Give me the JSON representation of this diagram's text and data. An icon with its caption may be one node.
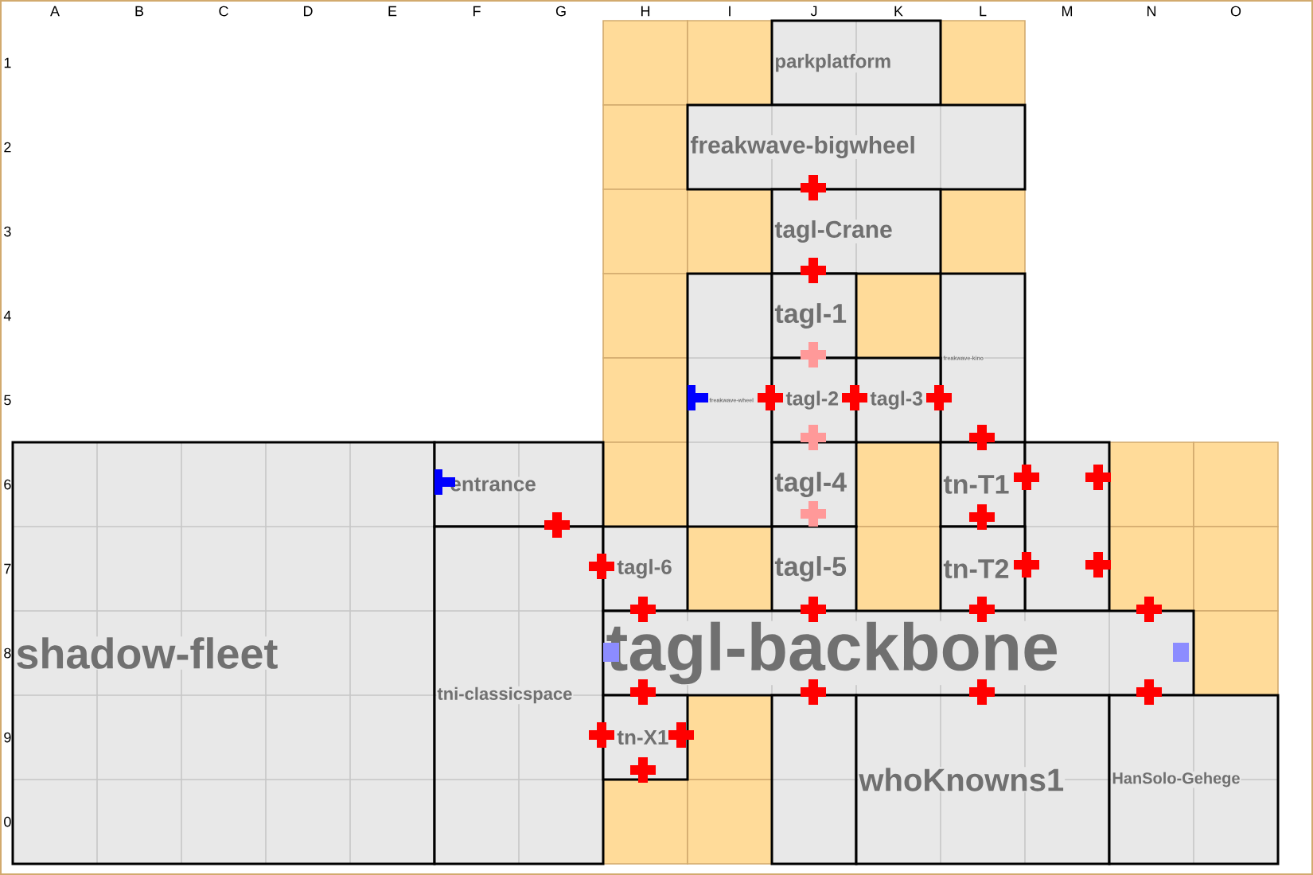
{
  "diagram": {
    "nodes": [
      {
        "text": [
          "parkplatform"
        ]
      },
      {
        "text": [
          "freakwave-bigwheel"
        ]
      },
      {
        "text": [
          "tagl-Crane"
        ]
      },
      {
        "text": [
          "freakwave-wheel"
        ]
      },
      {
        "text": [
          "tagl-1"
        ]
      },
      {
        "text": [
          "freakwave-kino"
        ]
      },
      {
        "text": [
          "tagl-2"
        ]
      },
      {
        "text": [
          "tagl-3"
        ]
      },
      {
        "text": [
          "shadow-fleet"
        ]
      },
      {
        "text": [
          "entrance"
        ]
      },
      {
        "text": [
          "tagl-4"
        ]
      },
      {
        "text": [
          "tn-T1"
        ]
      },
      {
        "text": [],
        "shape": "box"
      },
      {
        "text": [
          "tni-classicspace"
        ]
      },
      {
        "text": [
          "tagl-6"
        ]
      },
      {
        "text": [
          "tagl-5"
        ]
      },
      {
        "text": [
          "tn-T2"
        ]
      },
      {
        "text": [
          "tagl-backbone"
        ]
      },
      {
        "text": [
          "tn-X1"
        ]
      },
      {
        "text": [],
        "shape": "box"
      },
      {
        "text": [
          "whoKnowns1"
        ]
      },
      {
        "text": [
          "HanSolo-Gehege"
        ]
      }
    ],
    "labels": [
      "A",
      "B",
      "C",
      "D",
      "E",
      "F",
      "G",
      "H",
      "I",
      "J",
      "K",
      "L",
      "M",
      "N",
      "O",
      "1",
      "2",
      "3",
      "4",
      "5",
      "6",
      "7",
      "8",
      "9",
      "0"
    ]
  }
}
